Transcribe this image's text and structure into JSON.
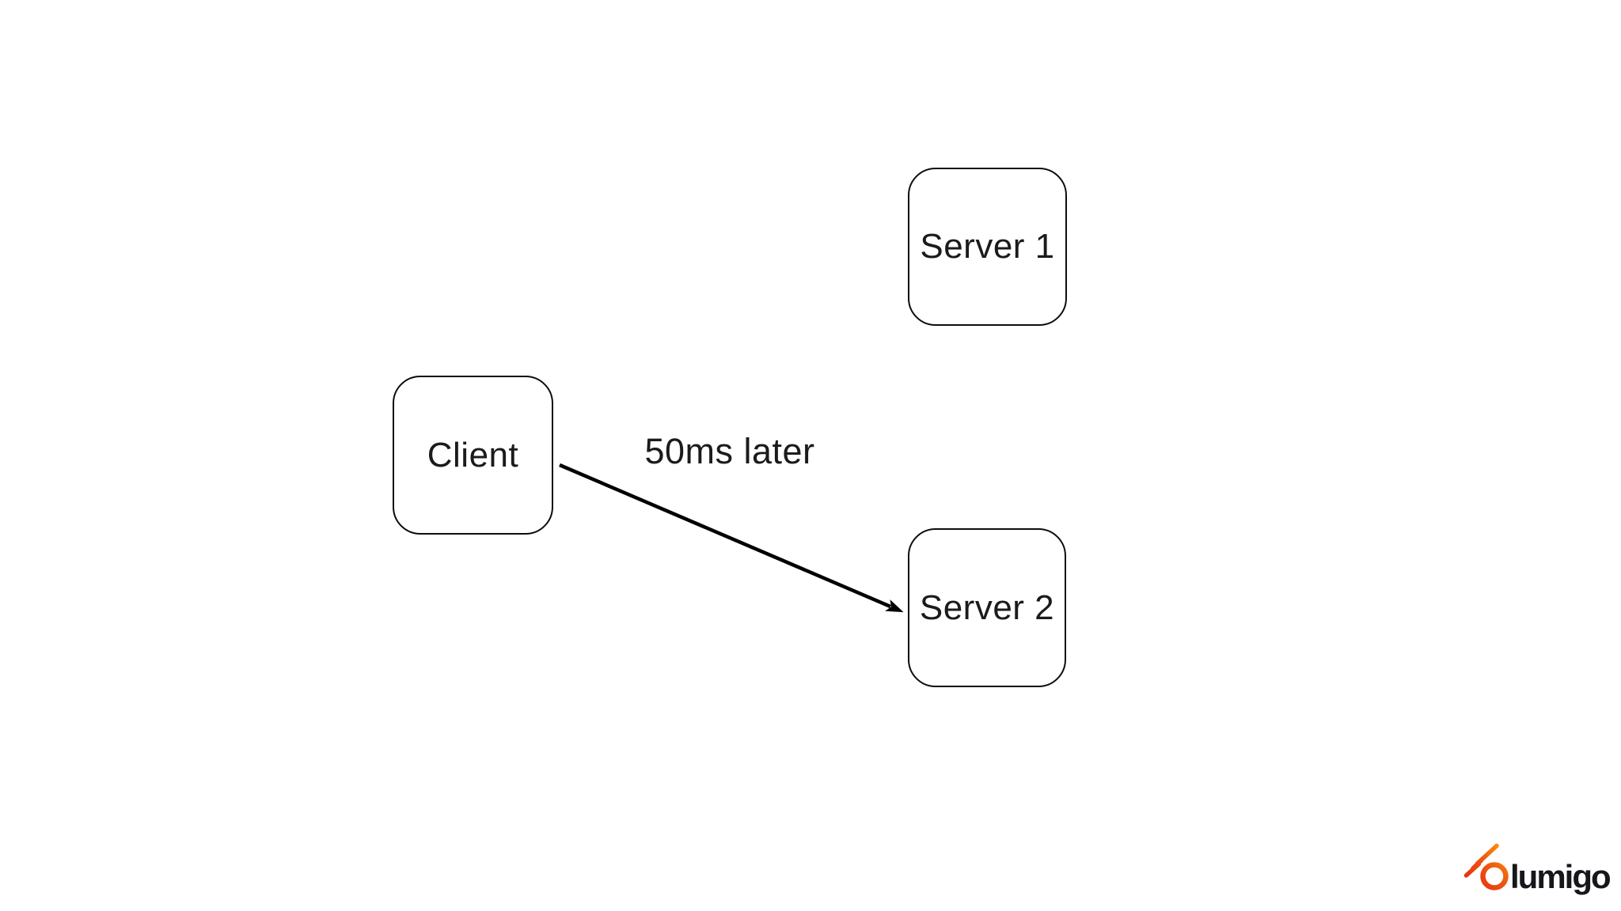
{
  "page": {
    "background_color": "#ffffff"
  },
  "diagram": {
    "stroke_color": "#0d0d0d",
    "text_color": "#1b1b1d",
    "nodes": [
      {
        "id": "server-1",
        "label": "Server 1",
        "shape": "rounded-square"
      },
      {
        "id": "client",
        "label": "Client",
        "shape": "rounded-square"
      },
      {
        "id": "server-2",
        "label": "Server 2",
        "shape": "rounded-square"
      }
    ],
    "edges": [
      {
        "from": "client",
        "to": "server-2",
        "label": "50ms later",
        "style": "solid-arrow",
        "color": "#000000"
      }
    ]
  },
  "branding": {
    "wordmark": "lumigo",
    "wordmark_color": "#18161b",
    "icon": "comet-ring-icon",
    "icon_gradient": {
      "red": "#e02613",
      "mid": "#ef5a10",
      "orange": "#ff9e0d"
    }
  }
}
